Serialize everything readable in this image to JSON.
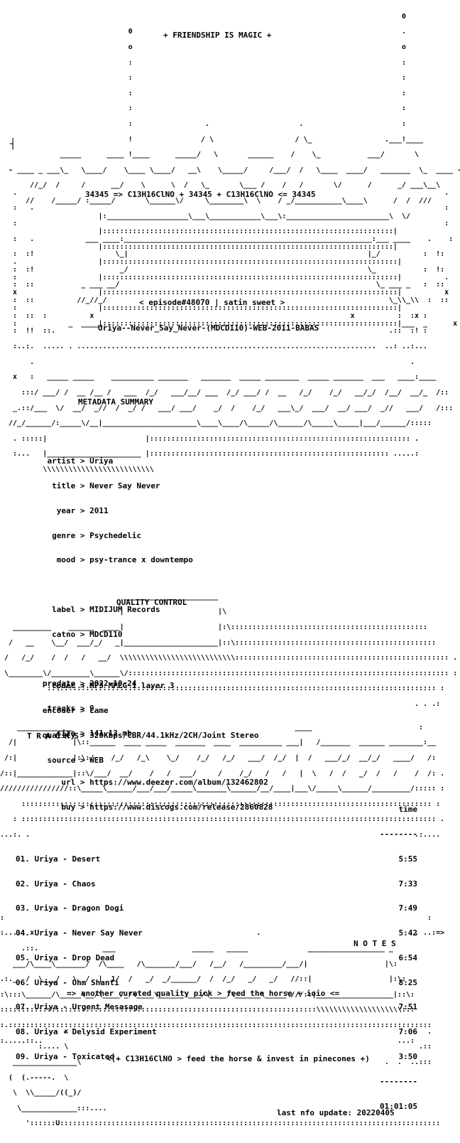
{
  "header": {
    "title": "+ FRIENDSHIP IS MAGIC +",
    "formula": "34345 => C13H16ClNO + 34345 + C13H16ClNO <= 34345",
    "episode": "< episode#48070 | satin sweet >",
    "release": "Uriya--Never_Say_Never-(MDCD110)-WEB-2011-BABAS"
  },
  "metadata": {
    "section_title": "METADATA SUMMARY",
    "fields": [
      {
        "key": "artist",
        "value": "Uriya"
      },
      {
        "key": "title",
        "value": "Never Say Never"
      },
      {
        "key": "year",
        "value": "2011"
      },
      {
        "key": "genre",
        "value": "Psychedelic"
      },
      {
        "key": "mood",
        "value": "psy-trance x downtempo"
      },
      {
        "key": "label",
        "value": "MIDIJUM Records"
      },
      {
        "key": "catno",
        "value": "MDCD110"
      },
      {
        "key": "predate",
        "value": "2022-10-24"
      },
      {
        "key": "tracks",
        "value": "9"
      },
      {
        "key": "size",
        "value": "141.13 mb"
      },
      {
        "key": "url",
        "value": "https://www.deezer.com/album/132462802"
      },
      {
        "key": "buy",
        "value": "https://www.discogs.com/release/2860828"
      }
    ]
  },
  "quality": {
    "section_title": "QUALITY CONTROL",
    "fields": [
      {
        "key": "codec",
        "value": "MP3 MPEG 1 layer 3"
      },
      {
        "key": "encoder",
        "value": "Lame"
      },
      {
        "key": "quality",
        "value": "320Kbps/CBR/44.1kHz/2CH/Joint Stereo"
      },
      {
        "key": "source",
        "value": "WEB"
      }
    ]
  },
  "tracks": {
    "section_title": "T R A C K S",
    "time_header": "time",
    "rule": "--------",
    "items": [
      {
        "title": "01. Uriya - Desert",
        "time": "5:55"
      },
      {
        "title": "02. Uriya - Chaos",
        "time": "7:33"
      },
      {
        "title": "03. Uriya - Dragon Dogi",
        "time": "7:49"
      },
      {
        "title": "04. Uriya - Never Say Never",
        "time": "5:42"
      },
      {
        "title": "05. Uriya - Drop Dead",
        "time": "6:54"
      },
      {
        "title": "06. Uriya - Ohm Shanti",
        "time": "8:25"
      },
      {
        "title": "07. Uriya - Urgent Mesasage",
        "time": "7:51"
      },
      {
        "title": "08. Uriya - Delysid Experiment",
        "time": "7:06"
      },
      {
        "title": "09. Uriya - Toxicated",
        "time": "3:50"
      }
    ],
    "total": "01:01:05"
  },
  "notes": {
    "section_title": "N O T E S",
    "text": "=> another curated quality pick > feed the horse + ioio <=",
    "footer": "<(+ C13H16ClNO > feed the horse & invest in pinecones +)",
    "updated": "last nfo update: 20220405"
  }
}
